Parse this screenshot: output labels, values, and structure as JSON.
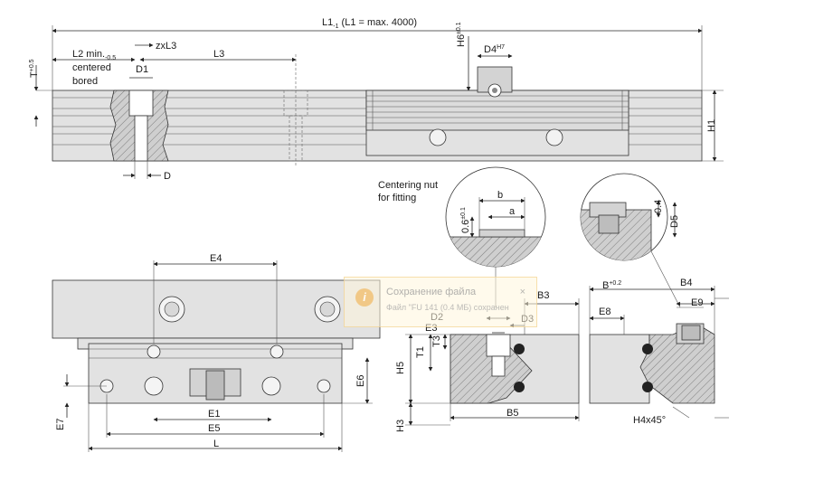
{
  "labels": {
    "l1": "L1",
    "l1_sub": "-1",
    "l1_note": " (L1 = max. 4000)",
    "h6": "H6",
    "h6_tol": "±0.1",
    "d4": "D4",
    "d4_sup": "H7",
    "zxl3": "zxL3",
    "l2": "L2 min.",
    "l2_sub": "-0.5",
    "centered": "centered",
    "bored": "bored",
    "d1": "D1",
    "l3": "L3",
    "t": "T",
    "t_tol": "+0.5",
    "h1": "H1",
    "d": "D",
    "centering_nut_1": "Centering nut",
    "centering_nut_2": "for fitting",
    "b_small": "b",
    "a_small": "a",
    "dim_06": "0.6",
    "dim_06_tol": "±0.1",
    "dim_04": "0.4",
    "d5": "D5",
    "e4": "E4",
    "e1": "E1",
    "e5": "E5",
    "l": "L",
    "e6": "E6",
    "e7": "E7",
    "b_tol_label": "B",
    "b_tol": "+0.2",
    "b3": "B3",
    "b4": "B4",
    "e3": "E3",
    "d2": "D2",
    "d3": "D3",
    "e8": "E8",
    "e9": "E9",
    "t1": "T1",
    "t3": "T3",
    "h5": "H5",
    "h3": "H3",
    "b5": "B5",
    "h4": "H4x45°"
  },
  "notification": {
    "icon": "info-icon",
    "title": "Сохранение файла",
    "body": "Файл \"FU 141 (0.4 МБ) сохранен",
    "close": "×"
  }
}
